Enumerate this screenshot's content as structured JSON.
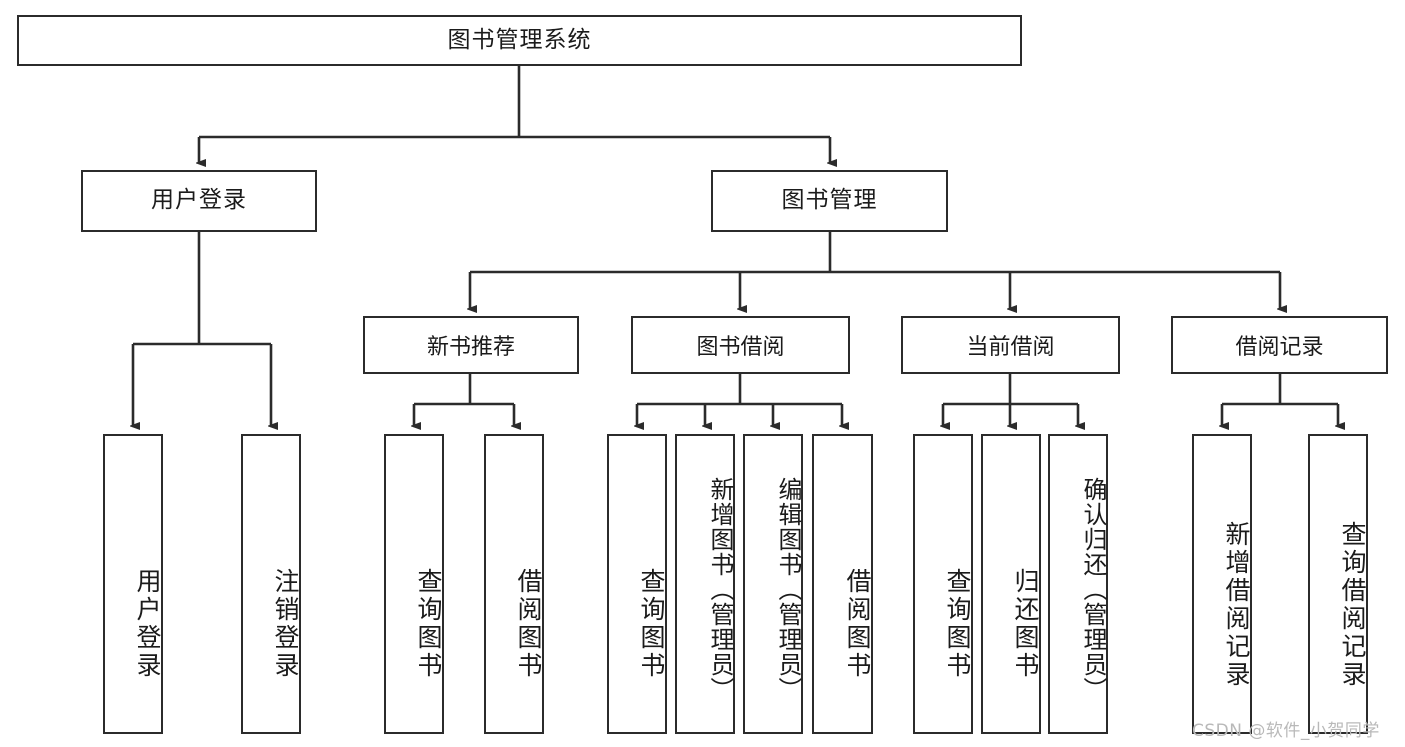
{
  "diagram": {
    "type": "tree-hierarchy",
    "title": "图书管理系统",
    "root": {
      "label": "图书管理系统"
    },
    "level2": [
      {
        "id": "user-login",
        "label": "用户登录"
      },
      {
        "id": "book-manage",
        "label": "图书管理"
      }
    ],
    "level3": [
      {
        "id": "new-book-recommend",
        "label": "新书推荐",
        "parent": "book-manage"
      },
      {
        "id": "book-borrow",
        "label": "图书借阅",
        "parent": "book-manage"
      },
      {
        "id": "current-borrow",
        "label": "当前借阅",
        "parent": "book-manage"
      },
      {
        "id": "borrow-record",
        "label": "借阅记录",
        "parent": "book-manage"
      }
    ],
    "leaves": [
      {
        "id": "leaf-user-login",
        "label": "用户登录",
        "parent": "user-login"
      },
      {
        "id": "leaf-logout-login",
        "label": "注销登录",
        "parent": "user-login"
      },
      {
        "id": "leaf-query-book-1",
        "label": "查询图书",
        "parent": "new-book-recommend"
      },
      {
        "id": "leaf-borrow-book-1",
        "label": "借阅图书",
        "parent": "new-book-recommend"
      },
      {
        "id": "leaf-query-book-2",
        "label": "查询图书",
        "parent": "book-borrow"
      },
      {
        "id": "leaf-add-book",
        "label": "新增图书（管理员）",
        "parent": "book-borrow"
      },
      {
        "id": "leaf-edit-book",
        "label": "编辑图书（管理员）",
        "parent": "book-borrow"
      },
      {
        "id": "leaf-borrow-book-2",
        "label": "借阅图书",
        "parent": "book-borrow"
      },
      {
        "id": "leaf-query-book-3",
        "label": "查询图书",
        "parent": "current-borrow"
      },
      {
        "id": "leaf-return-book",
        "label": "归还图书",
        "parent": "current-borrow"
      },
      {
        "id": "leaf-confirm-return",
        "label": "确认归还（管理员）",
        "parent": "current-borrow"
      },
      {
        "id": "leaf-add-record",
        "label": "新增借阅记录",
        "parent": "borrow-record"
      },
      {
        "id": "leaf-query-record",
        "label": "查询借阅记录",
        "parent": "borrow-record"
      }
    ],
    "colors": {
      "stroke": "#2b2b2b",
      "background": "#ffffff",
      "text": "#1b1b1b",
      "watermark": "#b9b9b9"
    }
  },
  "watermark": {
    "text": "CSDN @软件_小贺同学"
  }
}
